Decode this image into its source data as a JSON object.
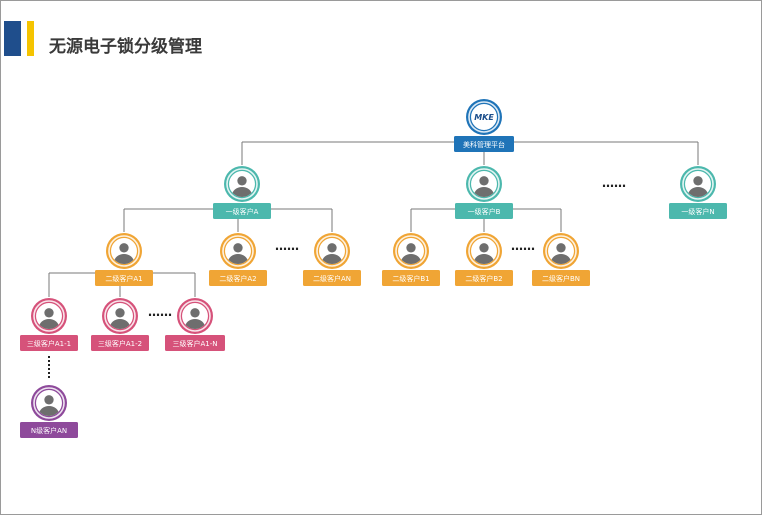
{
  "title": "无源电子锁分级管理",
  "colors": {
    "root": "#1f74b8",
    "level1": "#4cb8ad",
    "level2": "#f0a535",
    "level3": "#d6527a",
    "levelN": "#8e4a9b",
    "line": "#7a7a7a",
    "header_blue": "#1f4e8c",
    "header_yellow": "#f5c400"
  },
  "root": {
    "label": "美科管理平台",
    "logo": "MKE",
    "icon": "logo-icon"
  },
  "level1": [
    "一级客户A",
    "一级客户B",
    "一级客户N"
  ],
  "level2_a": [
    "二级客户A1",
    "二级客户A2",
    "二级客户AN"
  ],
  "level2_b": [
    "二级客户B1",
    "二级客户B2",
    "二级客户BN"
  ],
  "level3": [
    "三级客户A1-1",
    "三级客户A1-2",
    "三级客户A1-N"
  ],
  "levelN": [
    "N级客户AN"
  ],
  "ellipsis": "……",
  "node_icon": "person-icon"
}
